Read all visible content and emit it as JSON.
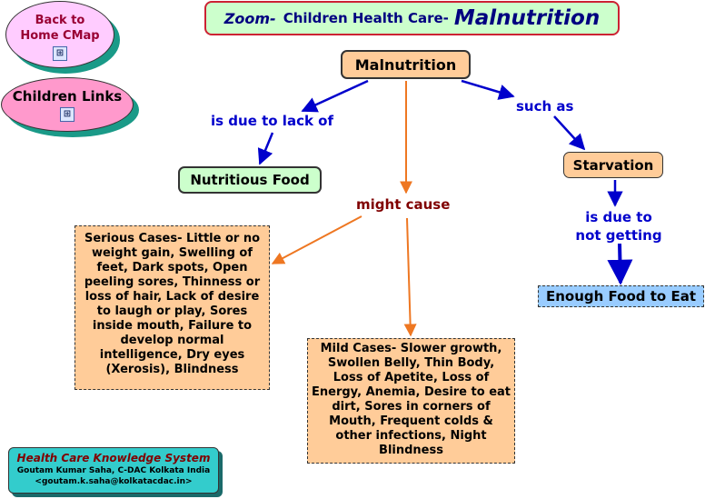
{
  "title": {
    "zoom": "Zoom-",
    "main": "Children Health Care-",
    "topic": "Malnutrition"
  },
  "nav": {
    "home_line1": "Back to",
    "home_line2": "Home CMap",
    "links": "Children Links",
    "cmap_icon": "concept-map-icon"
  },
  "concepts": {
    "malnutrition": "Malnutrition",
    "nutritious_food": "Nutritious Food",
    "starvation": "Starvation",
    "enough_food": "Enough Food to Eat"
  },
  "phrases": {
    "due_to_lack": "is due to lack of",
    "such_as": "such as",
    "might_cause": "might cause",
    "not_getting_1": "is due to",
    "not_getting_2": "not getting"
  },
  "cases": {
    "serious": "Serious Cases- Little or no weight gain, Swelling of feet, Dark spots, Open peeling sores, Thinness or loss of hair, Lack of desire to laugh or play, Sores inside mouth, Failure to develop normal intelligence, Dry eyes (Xerosis), Blindness",
    "mild": "Mild Cases- Slower growth, Swollen Belly, Thin Body, Loss of Apetite, Loss of Energy, Anemia, Desire to eat dirt, Sores in corners of Mouth, Frequent colds & other infections, Night Blindness"
  },
  "footer": {
    "title": "Health Care Knowledge System",
    "author": "Goutam Kumar Saha, C-DAC Kolkata India",
    "email": "<goutam.k.saha@kolkatacdac.in>"
  },
  "colors": {
    "blue_link": "#0000cc",
    "orange_link": "#ee7722",
    "concept_fill": "#ffcc99",
    "title_fill": "#ccffcc",
    "footer_fill": "#33cccc"
  }
}
